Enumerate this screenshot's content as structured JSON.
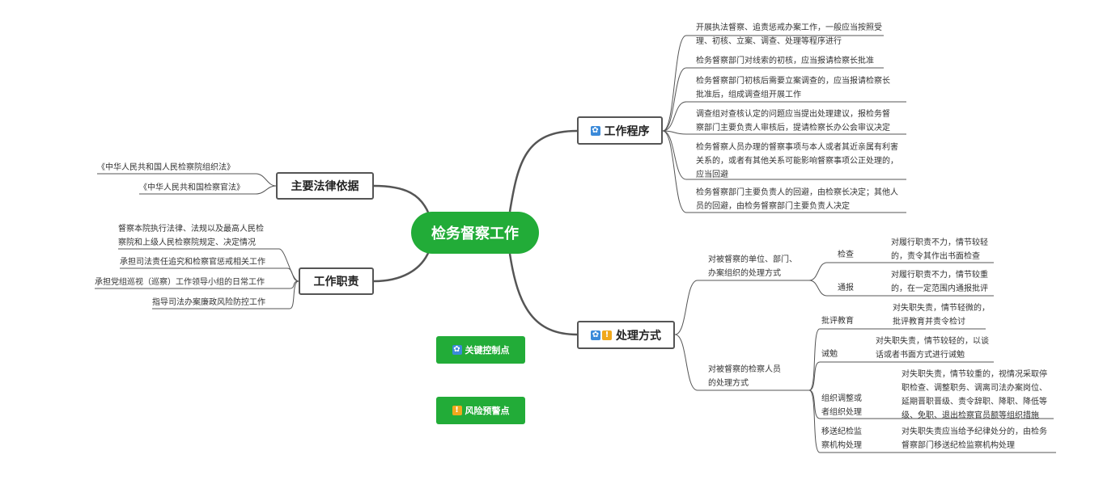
{
  "center": "检务督察工作",
  "legend": {
    "key_control": "关键控制点",
    "risk_warning": "风险预警点",
    "key_control_icon": "gear-icon",
    "risk_warning_icon": "warning-icon"
  },
  "colors": {
    "accent": "#22ac38",
    "gear_icon": "#3b8ad9",
    "warning_icon": "#f0a81c",
    "line": "#555555"
  },
  "legal_basis": {
    "title": "主要法律依据",
    "items": [
      "《中华人民共和国人民检察院组织法》",
      "《中华人民共和国检察官法》"
    ]
  },
  "duties": {
    "title": "工作职责",
    "items": [
      [
        "督察本院执行法律、法规以及最高人民检",
        "察院和上级人民检察院规定、决定情况"
      ],
      [
        "承担司法责任追究和检察官惩戒相关工作"
      ],
      [
        "承担党组巡视（巡察）工作领导小组的日常工作"
      ],
      [
        "指导司法办案廉政风险防控工作"
      ]
    ]
  },
  "procedure": {
    "title": "工作程序",
    "items": [
      [
        "开展执法督察、追责惩戒办案工作，一般应当按照受",
        "理、初核、立案、调查、处理等程序进行"
      ],
      [
        "检务督察部门对线索的初核，应当报请检察长批准"
      ],
      [
        "检务督察部门初核后需要立案调查的，应当报请检察长",
        "批准后，组成调查组开展工作"
      ],
      [
        "调查组对查核认定的问题应当提出处理建议，报检务督",
        "察部门主要负责人审核后，提请检察长办公会审议决定"
      ],
      [
        "检务督察人员办理的督察事项与本人或者其近亲属有利害",
        "关系的，或者有其他关系可能影响督察事项公正处理的，",
        "应当回避"
      ],
      [
        "检务督察部门主要负责人的回避，由检察长决定；其他人",
        "员的回避，由检务督察部门主要负责人决定"
      ]
    ]
  },
  "handling": {
    "title": "处理方式",
    "groups": [
      {
        "label": [
          "对被督察的单位、部门、",
          "办案组织的处理方式"
        ],
        "methods": [
          {
            "name": [
              "检查"
            ],
            "desc": [
              "对履行职责不力，情节较轻",
              "的，责令其作出书面检查"
            ]
          },
          {
            "name": [
              "通报"
            ],
            "desc": [
              "对履行职责不力，情节较重",
              "的，在一定范围内通报批评"
            ]
          }
        ]
      },
      {
        "label": [
          "对被督察的检察人员",
          "的处理方式"
        ],
        "methods": [
          {
            "name": [
              "批评教育"
            ],
            "desc": [
              "对失职失责，情节轻微的，",
              "批评教育并责令检讨"
            ]
          },
          {
            "name": [
              "诫勉"
            ],
            "desc": [
              "对失职失责，情节较轻的，以谈",
              "话或者书面方式进行诫勉"
            ]
          },
          {
            "name": [
              "组织调整或",
              "者组织处理"
            ],
            "desc": [
              "对失职失责，情节较重的，视情况采取停",
              "职检查、调整职务、调离司法办案岗位、",
              "延期晋职晋级、责令辞职、降职、降低等",
              "级、免职、退出检察官员额等组织措施"
            ]
          },
          {
            "name": [
              "移送纪检监",
              "察机构处理"
            ],
            "desc": [
              "对失职失责应当给予纪律处分的，由检务",
              "督察部门移送纪检监察机构处理"
            ]
          }
        ]
      }
    ]
  }
}
